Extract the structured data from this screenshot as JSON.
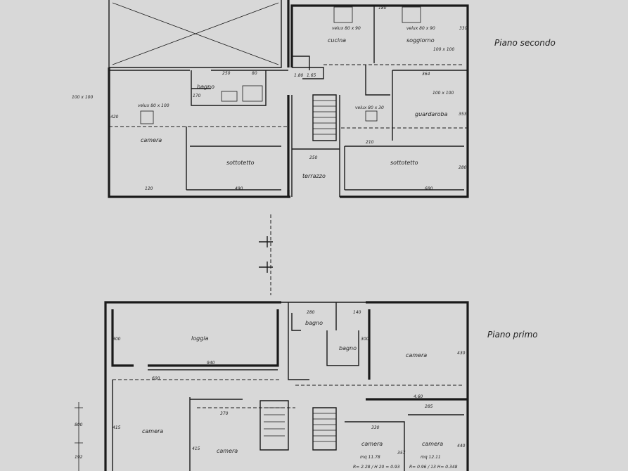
{
  "titles": {
    "second_floor": "Piano secondo",
    "first_floor": "Piano primo"
  },
  "second_floor": {
    "rooms": {
      "cucina": "cucina",
      "soggiorno": "soggiorno",
      "bagno": "bagno",
      "camera": "camera",
      "guardaroba": "guardaroba",
      "sottotetto_left": "sottotetto",
      "sottotetto_right": "sottotetto",
      "terrazzo": "terrazzo"
    },
    "notes": {
      "velux_cucina": "velux 80 x 90",
      "velux_soggiorno": "velux 80 x 90",
      "velux_camera": "velux 80 x 100",
      "velux_right": "velux 80 x 30",
      "window_left": "100 x 100",
      "window_right": "100 x 100",
      "window_soggiorno": "100 x 100"
    },
    "dims": {
      "d_180": "180",
      "d_330": "330",
      "d_364": "364",
      "d_250": "250",
      "d_250b": "250",
      "d_80": "80",
      "d_170": "170",
      "d_420": "420",
      "d_353": "353",
      "d_210": "210",
      "d_280": "280",
      "d_120": "120",
      "d_490": "490",
      "d_680": "680",
      "d_180x": "1.80",
      "d_165": "1.65"
    }
  },
  "first_floor": {
    "rooms": {
      "loggia": "loggia",
      "bagno_top": "bagno",
      "bagno_mid": "bagno",
      "camera_right": "camera",
      "camera_left": "camera",
      "camera_center": "camera",
      "camera_small1": "camera",
      "camera_small2": "camera"
    },
    "notes": {
      "area1": "mq 11.78",
      "area2": "mq 12.11",
      "calc1": "R= 2.28 / H 20 = 0.93",
      "calc2": "R= 0.96 / 13 H= 0.348"
    },
    "dims": {
      "d_280": "280",
      "d_140": "140",
      "d_300": "300",
      "d_940": "940",
      "d_600": "600",
      "d_300b": "300",
      "d_460": "4.60",
      "d_285": "285",
      "d_370": "370",
      "d_430": "430",
      "d_415": "415",
      "d_415b": "415",
      "d_330": "330",
      "d_357": "357",
      "d_440": "440",
      "d_800": "800",
      "d_192": "192"
    }
  }
}
